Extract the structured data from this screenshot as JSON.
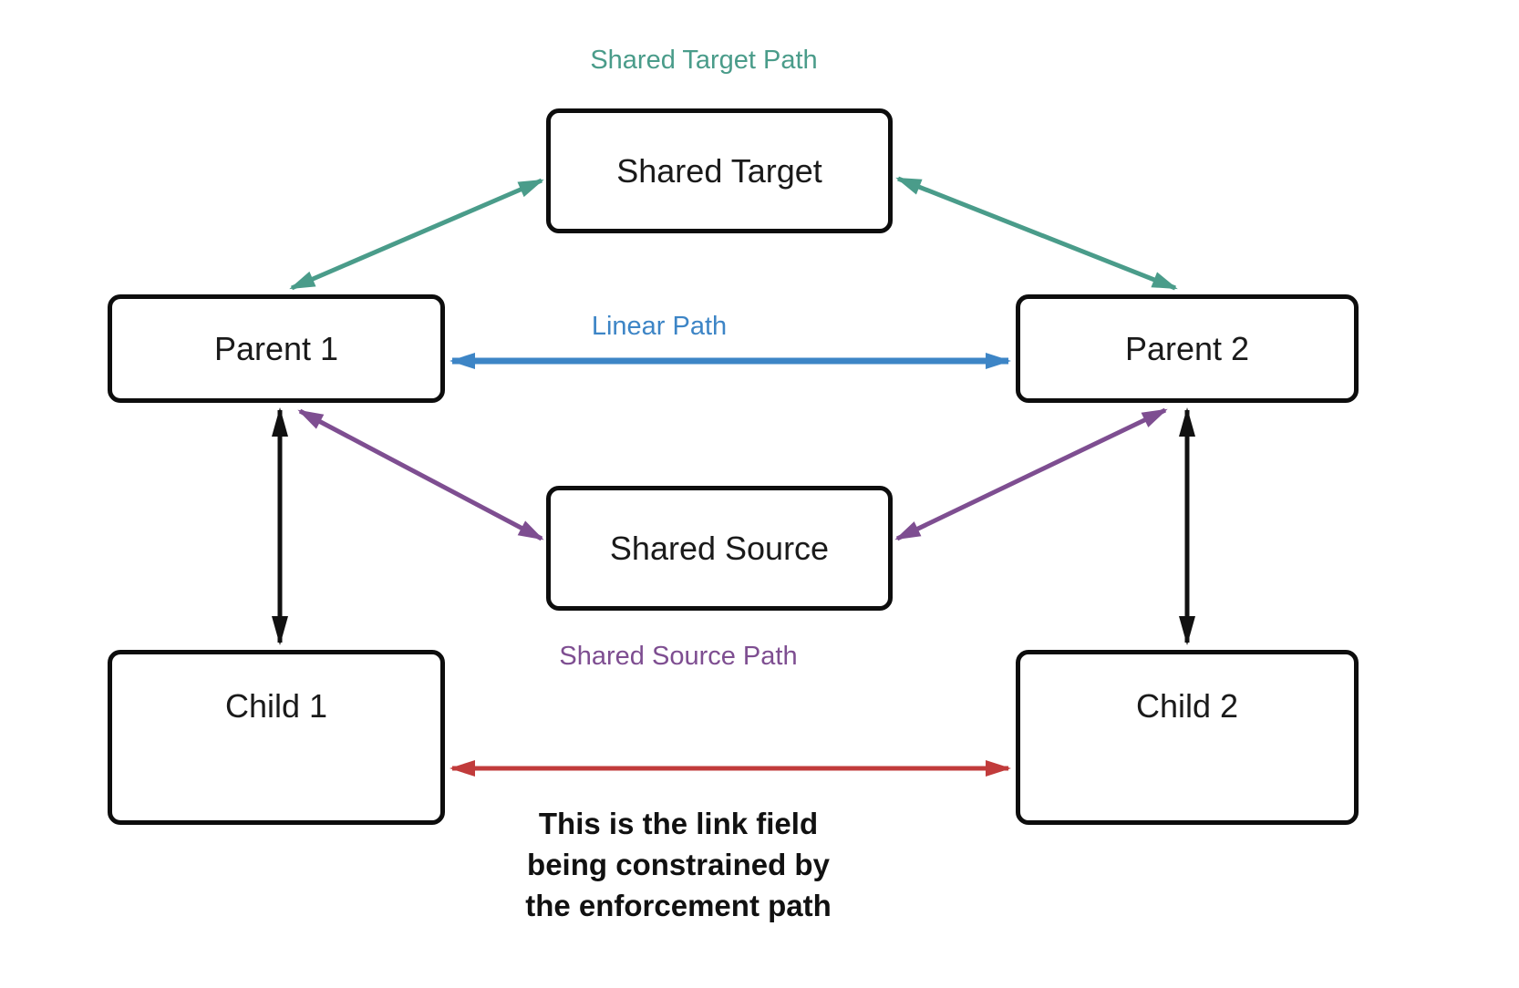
{
  "diagram": {
    "nodes": {
      "shared_target": "Shared Target",
      "parent_1": "Parent 1",
      "parent_2": "Parent 2",
      "shared_source": "Shared Source",
      "child_1": "Child 1",
      "child_2": "Child 2"
    },
    "edge_labels": {
      "shared_target_path": "Shared Target Path",
      "linear_path": "Linear Path",
      "shared_source_path": "Shared Source Path"
    },
    "caption": "This is the link field\nbeing constrained by\nthe enforcement path",
    "edges": [
      {
        "name": "shared-target-path-left",
        "color_key": "teal",
        "style": "double-arrow"
      },
      {
        "name": "shared-target-path-right",
        "color_key": "teal",
        "style": "double-arrow"
      },
      {
        "name": "linear-path",
        "color_key": "blue",
        "style": "double-arrow"
      },
      {
        "name": "shared-source-path-left",
        "color_key": "purple",
        "style": "double-arrow"
      },
      {
        "name": "shared-source-path-right",
        "color_key": "purple",
        "style": "double-arrow"
      },
      {
        "name": "parent1-child1",
        "color_key": "black",
        "style": "double-arrow"
      },
      {
        "name": "parent2-child2",
        "color_key": "black",
        "style": "double-arrow"
      },
      {
        "name": "link-field",
        "color_key": "red",
        "style": "double-arrow"
      }
    ],
    "colors": {
      "teal": "#4A9C8A",
      "blue": "#3D85C6",
      "purple": "#7E4E91",
      "red": "#C13B3B",
      "black": "#111111",
      "node_border": "#0d0d0d",
      "background": "#ffffff"
    }
  }
}
